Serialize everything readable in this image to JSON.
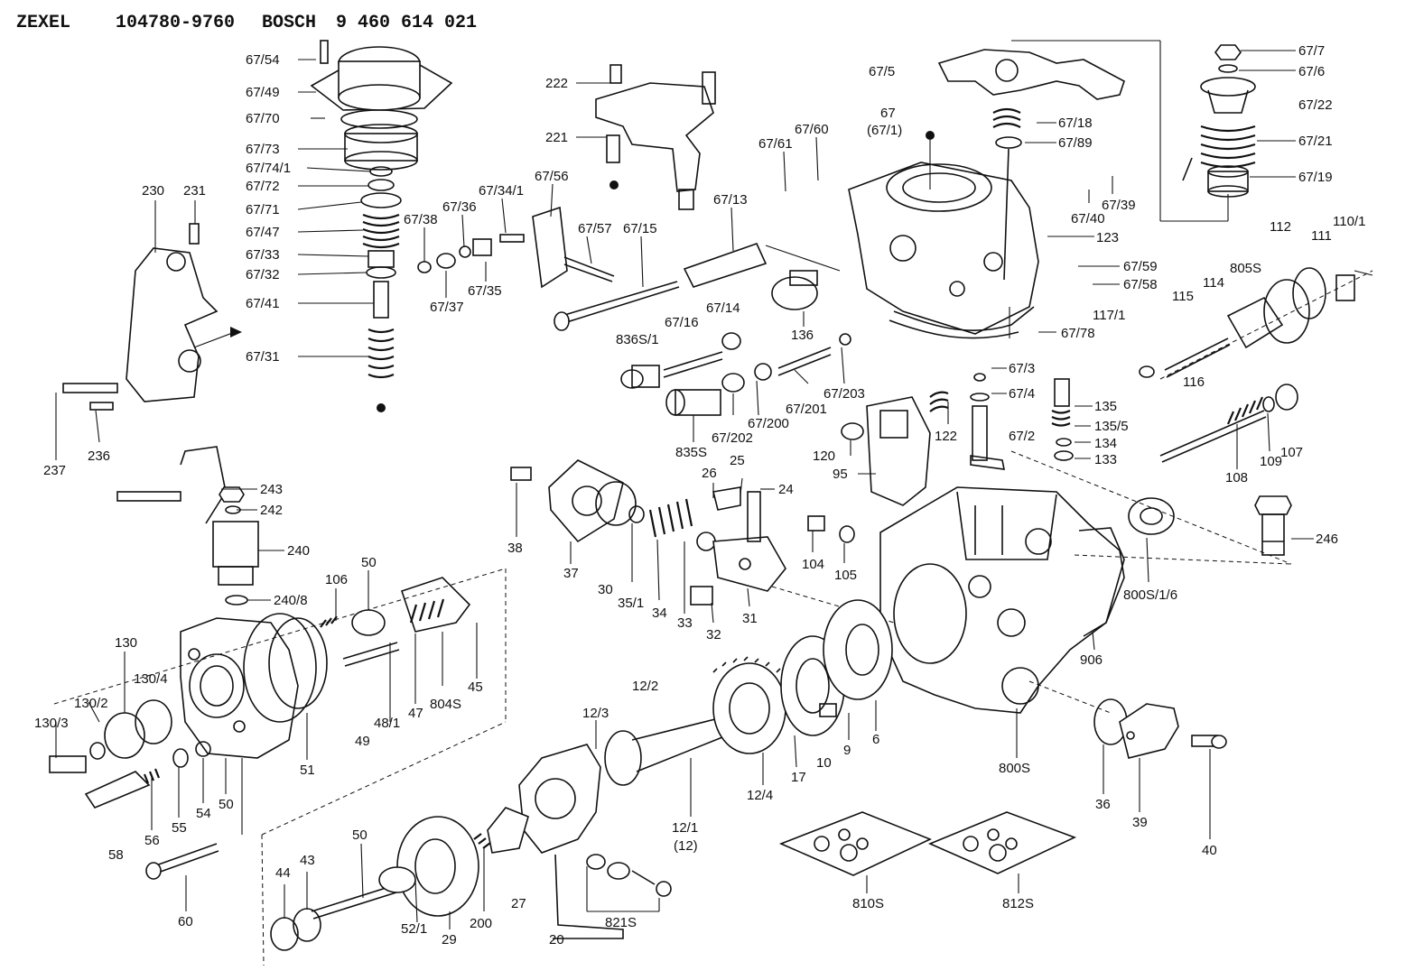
{
  "header": {
    "brand_1": "ZEXEL",
    "part_1": "104780-9760",
    "brand_2": "BOSCH",
    "part_2": "9 460 614 021"
  },
  "labels": {
    "l_67_54": "67/54",
    "l_67_49": "67/49",
    "l_67_70": "67/70",
    "l_67_73": "67/73",
    "l_67_74_1": "67/74/1",
    "l_67_72": "67/72",
    "l_67_71": "67/71",
    "l_67_47": "67/47",
    "l_67_33": "67/33",
    "l_67_32": "67/32",
    "l_67_41": "67/41",
    "l_67_31": "67/31",
    "l_230": "230",
    "l_231": "231",
    "l_237": "237",
    "l_236": "236",
    "l_222": "222",
    "l_221": "221",
    "l_67_38": "67/38",
    "l_67_36": "67/36",
    "l_67_34_1": "67/34/1",
    "l_67_56": "67/56",
    "l_67_57": "67/57",
    "l_67_37": "67/37",
    "l_67_35": "67/35",
    "l_67_15": "67/15",
    "l_67_13": "67/13",
    "l_67_5": "67/5",
    "l_67_61": "67/61",
    "l_67_60": "67/60",
    "l_67": "67",
    "l_67_1": "(67/1)",
    "l_67_18": "67/18",
    "l_67_89": "67/89",
    "l_67_7": "67/7",
    "l_67_6": "67/6",
    "l_67_22": "67/22",
    "l_67_21": "67/21",
    "l_67_19": "67/19",
    "l_67_40": "67/40",
    "l_67_39": "67/39",
    "l_123": "123",
    "l_110_1": "110/1",
    "l_111": "111",
    "l_112": "112",
    "l_805s": "805S",
    "l_67_59": "67/59",
    "l_67_58": "67/58",
    "l_114": "114",
    "l_115": "115",
    "l_117_1": "117/1",
    "l_116": "116",
    "l_67_14": "67/14",
    "l_836s_1": "836S/1",
    "l_67_16": "67/16",
    "l_136": "136",
    "l_67_78": "67/78",
    "l_67_203": "67/203",
    "l_67_201": "67/201",
    "l_67_200": "67/200",
    "l_67_202": "67/202",
    "l_835s": "835S",
    "l_67_3": "67/3",
    "l_67_4": "67/4",
    "l_135": "135",
    "l_135_5": "135/5",
    "l_134": "134",
    "l_67_2": "67/2",
    "l_133": "133",
    "l_122": "122",
    "l_120": "120",
    "l_95": "95",
    "l_108": "108",
    "l_109": "109",
    "l_107": "107",
    "l_243": "243",
    "l_242": "242",
    "l_240": "240",
    "l_240_8": "240/8",
    "l_38": "38",
    "l_37": "37",
    "l_26": "26",
    "l_25": "25",
    "l_24": "24",
    "l_30": "30",
    "l_35_1": "35/1",
    "l_34": "34",
    "l_33": "33",
    "l_32": "32",
    "l_31": "31",
    "l_104": "104",
    "l_105": "105",
    "l_800s_1_6": "800S/1/6",
    "l_246": "246",
    "l_906": "906",
    "l_106": "106",
    "l_50a": "50",
    "l_130": "130",
    "l_130_4": "130/4",
    "l_130_2": "130/2",
    "l_130_3": "130/3",
    "l_49": "49",
    "l_48_1": "48/1",
    "l_47": "47",
    "l_804s": "804S",
    "l_45": "45",
    "l_51": "51",
    "l_56": "56",
    "l_55": "55",
    "l_54": "54",
    "l_50b": "50",
    "l_58": "58",
    "l_60": "60",
    "l_12_2": "12/2",
    "l_12_3": "12/3",
    "l_12_4": "12/4",
    "l_17": "17",
    "l_10": "10",
    "l_9": "9",
    "l_6": "6",
    "l_800s": "800S",
    "l_36": "36",
    "l_39": "39",
    "l_40": "40",
    "l_12_1": "12/1",
    "l_12": "(12)",
    "l_50c": "50",
    "l_44": "44",
    "l_43": "43",
    "l_52_1": "52/1",
    "l_29": "29",
    "l_200": "200",
    "l_27": "27",
    "l_20": "20",
    "l_821s": "821S",
    "l_810s": "810S",
    "l_812s": "812S"
  }
}
